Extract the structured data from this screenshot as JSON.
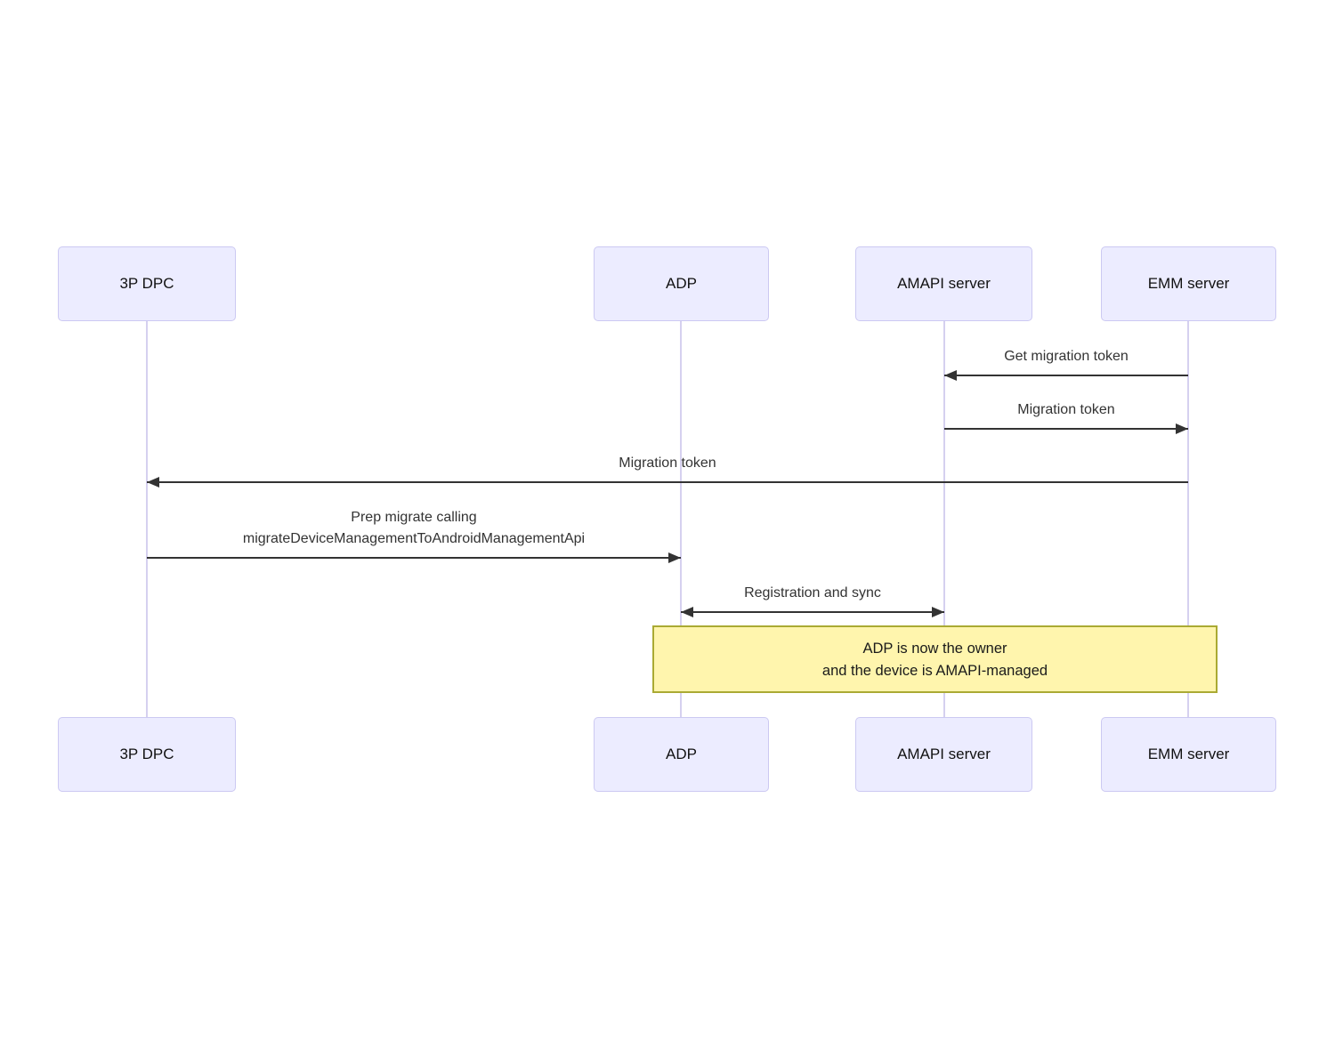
{
  "actors": [
    {
      "name": "3P DPC"
    },
    {
      "name": "ADP"
    },
    {
      "name": "AMAPI server"
    },
    {
      "name": "EMM server"
    }
  ],
  "messages": [
    {
      "label": "Get migration token",
      "from": "EMM server",
      "to": "AMAPI server"
    },
    {
      "label": "Migration token",
      "from": "AMAPI server",
      "to": "EMM server"
    },
    {
      "label": "Migration token",
      "from": "EMM server",
      "to": "3P DPC"
    },
    {
      "line1": "Prep migrate calling",
      "line2": "migrateDeviceManagementToAndroidManagementApi",
      "from": "3P DPC",
      "to": "ADP"
    },
    {
      "label": "Registration and sync",
      "from": "ADP",
      "to": "AMAPI server",
      "bidirectional": true
    }
  ],
  "note": {
    "line1": "ADP is now the owner",
    "line2": "and the device is AMAPI-managed"
  },
  "theme": {
    "actor-fill": "#ECECFF",
    "actor-border": "#CCC9F2",
    "lifeline": "#D5D0EF",
    "message-line": "#333333",
    "message-text": "#333333",
    "note-fill": "#FFF5AD",
    "note-border": "#AAAA33",
    "note-text": "#1A1A1A",
    "background": "#FFFFFF"
  }
}
